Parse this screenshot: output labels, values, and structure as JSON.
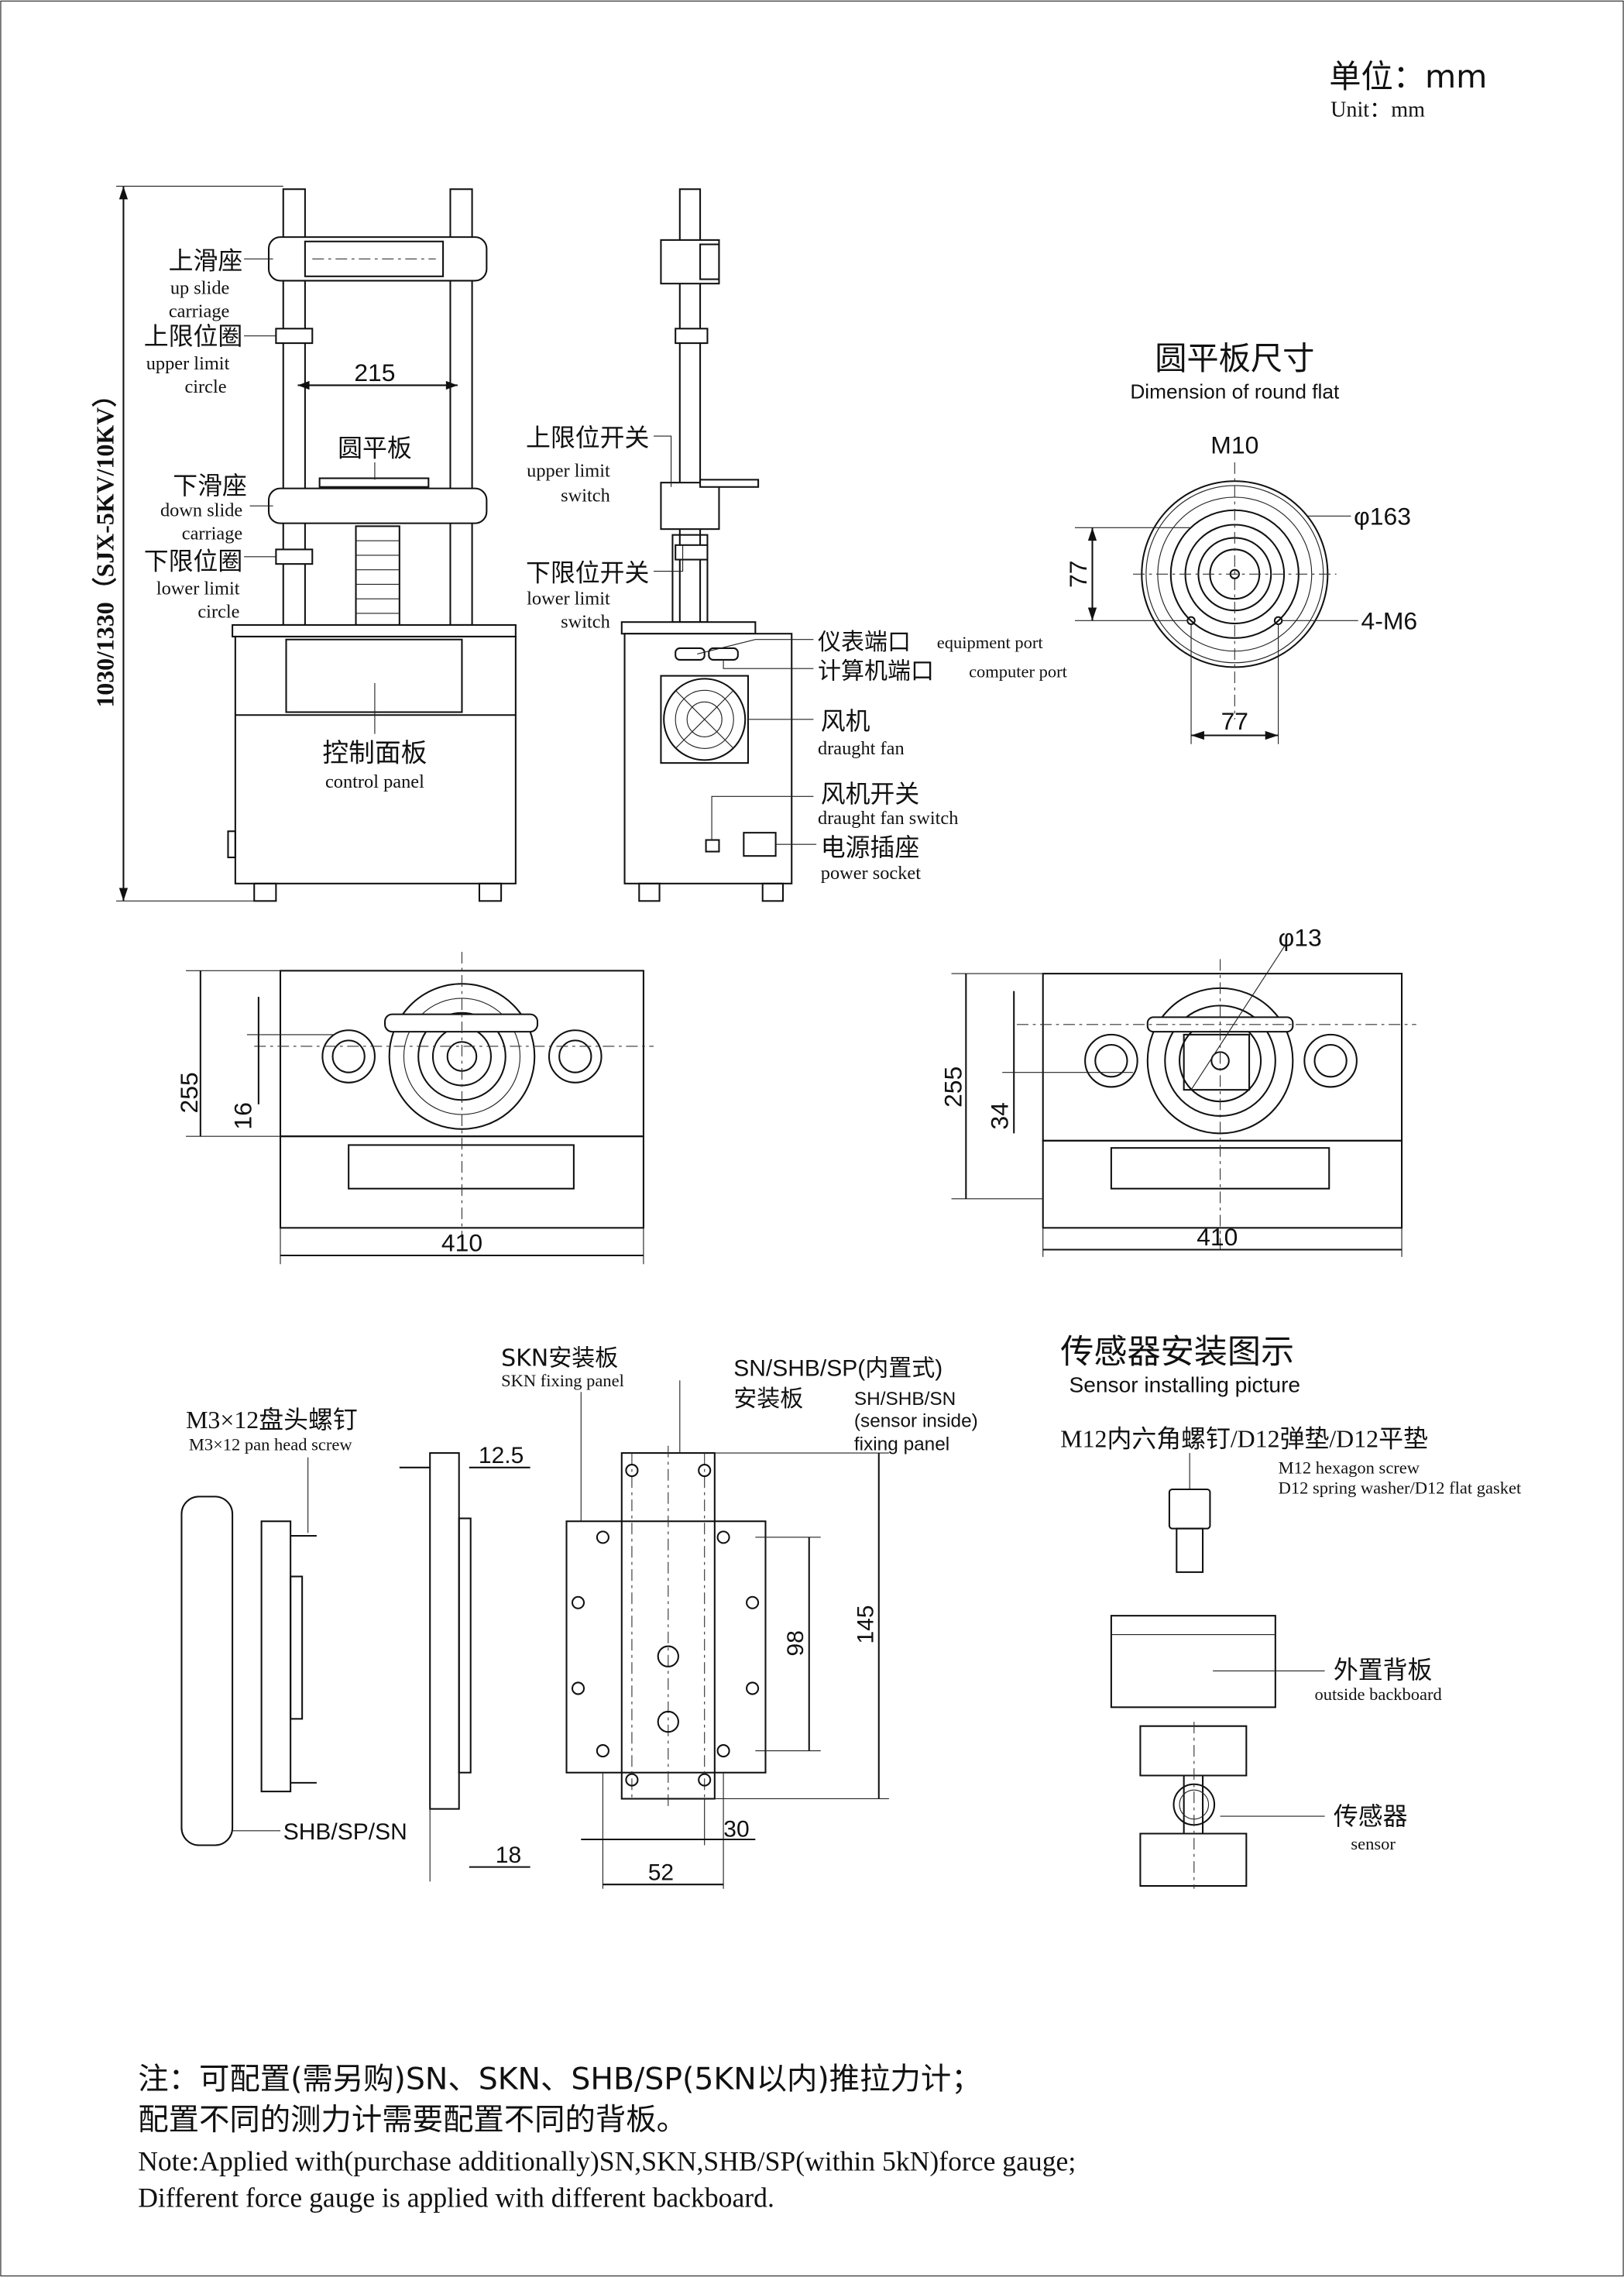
{
  "unit": {
    "cn": "单位：mm",
    "en": "Unit：mm"
  },
  "front_view": {
    "overall_height": "1030/1330（SJX-5KV/10KV）",
    "column_spacing": "215",
    "labels": {
      "up_slide_cn": "上滑座",
      "up_slide_en1": "up slide",
      "up_slide_en2": "carriage",
      "upper_limit_cn": "上限位圈",
      "upper_limit_en1": "upper limit",
      "upper_limit_en2": "circle",
      "round_plate_cn": "圆平板",
      "down_slide_cn": "下滑座",
      "down_slide_en1": "down slide",
      "down_slide_en2": "carriage",
      "lower_limit_cn": "下限位圈",
      "lower_limit_en1": "lower limit",
      "lower_limit_en2": "circle",
      "control_panel_cn": "控制面板",
      "control_panel_en": "control panel"
    }
  },
  "side_view": {
    "labels": {
      "upper_switch_cn": "上限位开关",
      "upper_switch_en1": "upper limit",
      "upper_switch_en2": "switch",
      "lower_switch_cn": "下限位开关",
      "lower_switch_en1": "lower limit",
      "lower_switch_en2": "switch",
      "equipment_port_cn": "仪表端口",
      "equipment_port_en": "equipment port",
      "computer_port_cn": "计算机端口",
      "computer_port_en": "computer port",
      "fan_cn": "风机",
      "fan_en": "draught fan",
      "fan_switch_cn": "风机开关",
      "fan_switch_en": "draught fan switch",
      "power_socket_cn": "电源插座",
      "power_socket_en": "power socket"
    }
  },
  "round_flat": {
    "title_cn": "圆平板尺寸",
    "title_en": "Dimension of round flat",
    "center_thread": "M10",
    "diameter": "φ163",
    "hole_offset_v": "77",
    "holes": "4-M6",
    "hole_offset_h": "77"
  },
  "top_view_left": {
    "depth": "255",
    "offset": "16",
    "width": "410"
  },
  "top_view_right": {
    "depth": "255",
    "offset": "34",
    "width": "410",
    "hole": "φ13"
  },
  "fixing": {
    "screw_cn": "M3×12盘头螺钉",
    "screw_en": "M3×12 pan head screw",
    "gauge_label": "SHB/SP/SN",
    "dim_12_5": "12.5",
    "dim_18": "18",
    "skn_cn": "SKN安装板",
    "skn_en": "SKN fixing panel",
    "inside_cn1": "SN/SHB/SP(内置式)",
    "inside_cn2": "安装板",
    "inside_en1": "SH/SHB/SN",
    "inside_en2": "(sensor inside)",
    "inside_en3": "fixing panel",
    "dim_98": "98",
    "dim_145": "145",
    "dim_30": "30",
    "dim_52": "52"
  },
  "sensor_install": {
    "title_cn": "传感器安装图示",
    "title_en": "Sensor installing picture",
    "screw_cn": "M12内六角螺钉/D12弹垫/D12平垫",
    "screw_en1": "M12 hexagon screw",
    "screw_en2": "D12 spring washer/D12 flat gasket",
    "backboard_cn": "外置背板",
    "backboard_en": "outside backboard",
    "sensor_cn": "传感器",
    "sensor_en": "sensor"
  },
  "note": {
    "cn1": "注：可配置(需另购)SN、SKN、SHB/SP(5KN以内)推拉力计；",
    "cn2": "配置不同的测力计需要配置不同的背板。",
    "en1": "Note:Applied with(purchase additionally)SN,SKN,SHB/SP(within 5kN)force gauge;",
    "en2": "Different force gauge is applied with different backboard."
  }
}
